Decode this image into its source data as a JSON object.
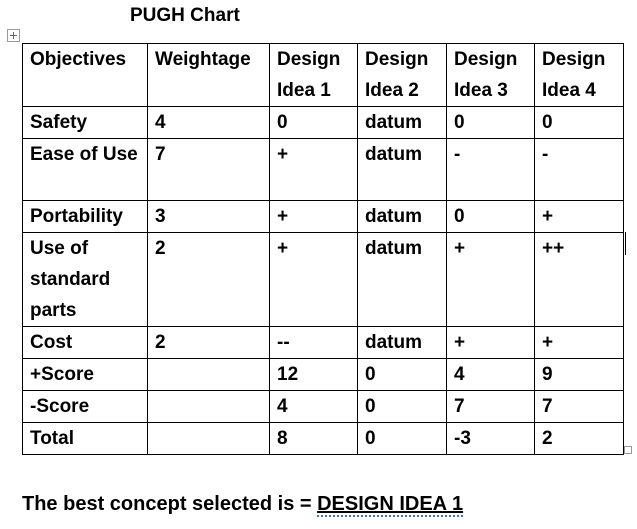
{
  "title": "PUGH Chart",
  "table": {
    "header": [
      "Objectives",
      "Weightage",
      "Design Idea 1",
      "Design Idea 2",
      "Design Idea 3",
      "Design Idea 4"
    ],
    "rows": [
      [
        "Safety",
        "4",
        "0",
        "datum",
        "0",
        "0"
      ],
      [
        "Ease of Use",
        "7",
        "+",
        "datum",
        "-",
        "-"
      ],
      [
        "Portability",
        "3",
        "+",
        "datum",
        "0",
        "+"
      ],
      [
        "Use of standard parts",
        "2",
        "+",
        "datum",
        "+",
        "++"
      ],
      [
        "Cost",
        "2",
        "--",
        "datum",
        "+",
        "+"
      ],
      [
        "+Score",
        "",
        "12",
        "0",
        "4",
        "9"
      ],
      [
        "-Score",
        "",
        "4",
        "0",
        "7",
        "7"
      ],
      [
        "Total",
        "",
        "8",
        "0",
        "-3",
        "2"
      ]
    ]
  },
  "conclusion": {
    "prefix": "The best concept selected is = ",
    "selected": "DESIGN  IDEA 1"
  }
}
